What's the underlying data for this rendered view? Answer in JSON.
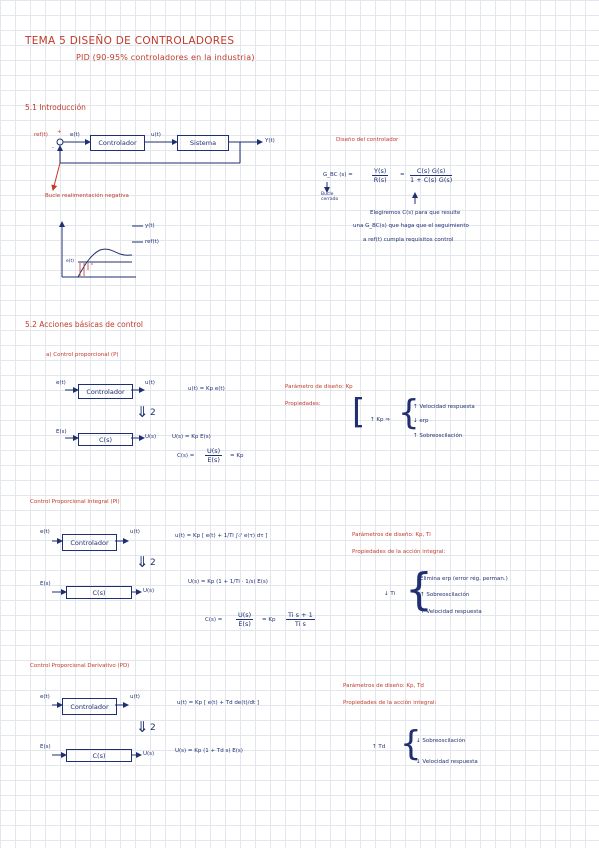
{
  "header": {
    "title": "TEMA 5   DISEÑO DE CONTROLADORES",
    "subtitle": "PID (90-95% controladores en la industria)"
  },
  "section_5_1": {
    "title": "5.1 Introducción",
    "diagram": {
      "ref_label": "ref(t)",
      "plus": "+",
      "minus": "-",
      "e_label": "e(t)",
      "controller": "Controlador",
      "u_label": "u(t)",
      "system": "Sistema",
      "y_label": "Y(t)"
    },
    "loop_note": "Bucle realimentación negativa",
    "graph": {
      "legend_y": "y(t)",
      "legend_ref": "ref(t)",
      "e_label": "e(t)"
    },
    "design": {
      "title": "Diseño del controlador",
      "gbc_lhs": "G_BC (s) =",
      "frac1_num": "Y(s)",
      "frac1_den": "R(s)",
      "eq": "=",
      "frac2_num": "C(s) G(s)",
      "frac2_den": "1 + C(s) G(s)",
      "bucle": "Bucle cerrado",
      "note_line1": "Elegiremos C(s) para que resulte",
      "note_line2": "una G_BC(s) que haga que el seguimiento",
      "note_line3": "a ref(t) cumpla requisitos control"
    }
  },
  "section_5_2": {
    "title": "5.2 Acciones básicas de control",
    "p": {
      "title": "a) Control proporcional (P)",
      "e_in": "e(t)",
      "block": "Controlador",
      "u_out": "u(t)",
      "eq_time": "u(t) = Kp e(t)",
      "arrow_label": "2",
      "E_in": "E(s)",
      "C_block": "C(s)",
      "U_out": "U(s)",
      "eq_s": "U(s) = Kp E(s)",
      "cs_lhs": "C(s) =",
      "cs_num": "U(s)",
      "cs_den": "E(s)",
      "cs_rhs": "= Kp",
      "param": "Parámetro de diseño: Kp",
      "props_title": "Propiedades:",
      "props_lhs": "↑ Kp ⇒",
      "props": [
        "↑ Velocidad respuesta",
        "↓ erp",
        "↑ Sobreoscilación"
      ]
    },
    "pi": {
      "title": "Control Proporcional Integral (PI)",
      "e_in": "e(t)",
      "block": "Controlador",
      "u_out": "u(t)",
      "eq_time": "u(t) = Kp [ e(t) + 1/Ti ∫₀ᵗ e(τ) dτ ]",
      "arrow_label": "2",
      "E_in": "E(s)",
      "C_block": "C(s)",
      "U_out": "U(s)",
      "eq_s": "U(s) = Kp (1 + 1/Ti · 1/s) E(s)",
      "cs_lhs": "C(s) =",
      "cs_num": "U(s)",
      "cs_den": "E(s)",
      "cs_mid": "= Kp",
      "cs2_num": "Ti s + 1",
      "cs2_den": "Ti s",
      "param": "Parámetros de diseño: Kp, Ti",
      "props_title": "Propiedades de la acción integral:",
      "props_lhs": "↓ Ti",
      "props": [
        "Elimina erp (error rég. perman.)",
        "↑ Sobreoscilación",
        "↑ Velocidad respuesta"
      ]
    },
    "pd": {
      "title": "Control Proporcional Derivativo (PD)",
      "e_in": "e(t)",
      "block": "Controlador",
      "u_out": "u(t)",
      "eq_time": "u(t) = Kp [ e(t) + Td de(t)/dt ]",
      "arrow_label": "2",
      "E_in": "E(s)",
      "C_block": "C(s)",
      "U_out": "U(s)",
      "eq_s": "U(s) = Kp (1 + Td s) E(s)",
      "param": "Parámetros de diseño: Kp, Td",
      "props_title": "Propiedades de la acción integral:",
      "props_lhs": "↑ Td",
      "props": [
        "↓ Sobreoscilación",
        "↓ Velocidad respuesta"
      ]
    }
  }
}
